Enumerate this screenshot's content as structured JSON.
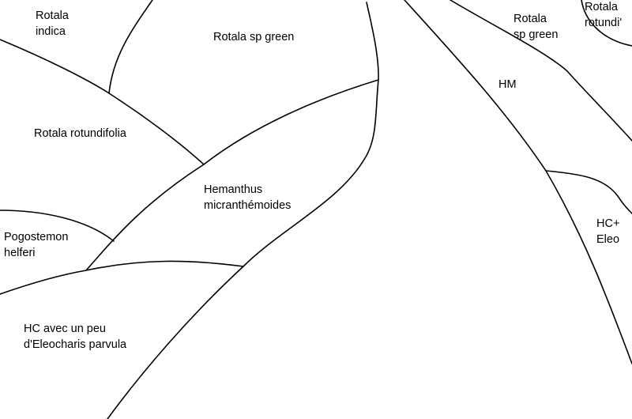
{
  "zones": {
    "rotala_indica": [
      "Rotala",
      "indica"
    ],
    "rotala_sp_green_top": [
      "Rotala sp green"
    ],
    "rotala_sp_green_right": [
      "Rotala",
      "sp green"
    ],
    "rotala_rotundi_corner": [
      "Rotala",
      "rotundi'"
    ],
    "hm": [
      "HM"
    ],
    "rotala_rotundifolia": [
      "Rotala rotundifolia"
    ],
    "hemanthus": [
      "Hemanthus",
      "micranthémoides"
    ],
    "pogostemon": [
      "Pogostemon",
      "helferi"
    ],
    "hc_eleo": [
      "HC+",
      "Eleo"
    ],
    "hc_eleocharis": [
      "HC avec un peu",
      "d'Eleocharis parvula"
    ]
  }
}
